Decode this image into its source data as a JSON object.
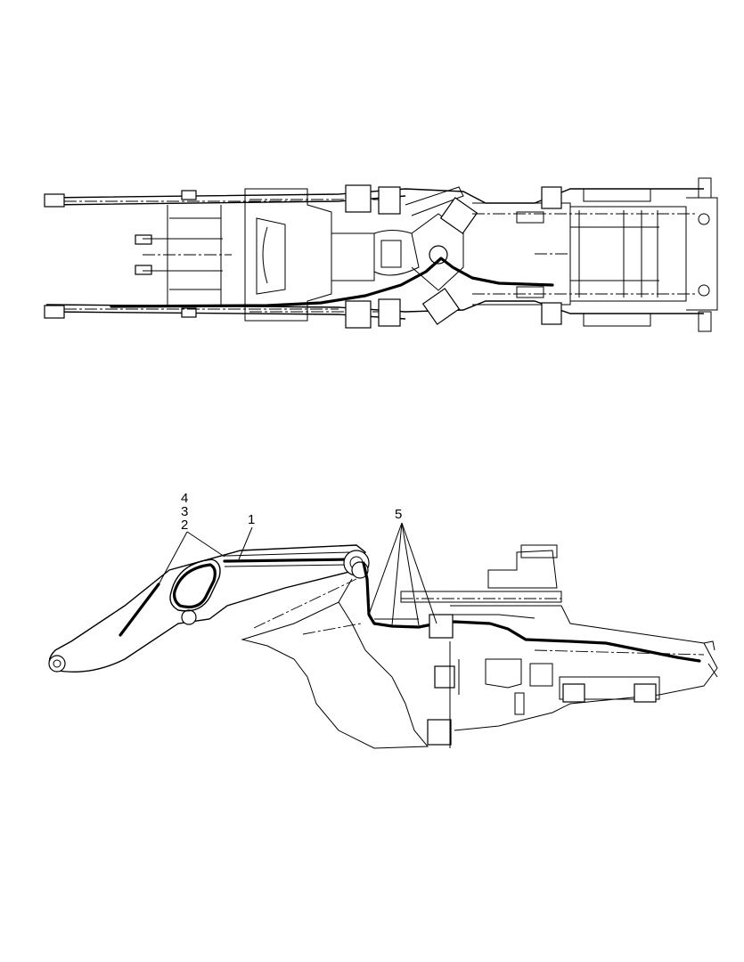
{
  "diagram": {
    "top_view": {},
    "side_view": {
      "callouts": [
        {
          "id": "c4",
          "label": "4"
        },
        {
          "id": "c3",
          "label": "3"
        },
        {
          "id": "c2",
          "label": "2"
        },
        {
          "id": "c1",
          "label": "1"
        },
        {
          "id": "c5",
          "label": "5"
        }
      ]
    }
  }
}
